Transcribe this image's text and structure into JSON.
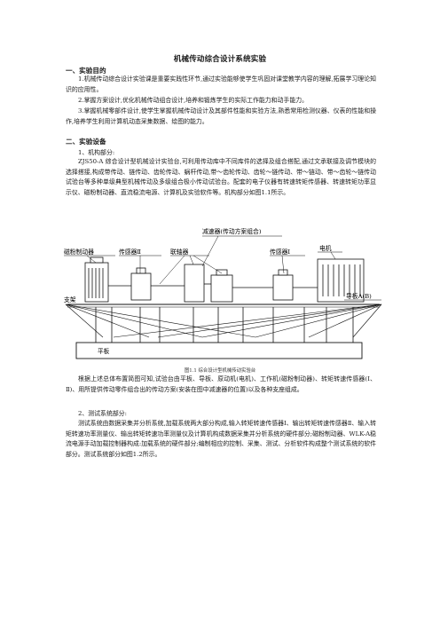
{
  "title": "机械传动综合设计系统实验",
  "sections": [
    {
      "heading": "一、实验目的",
      "paragraphs": [
        "1.机械传动综合设计实验课是重要实践性环节,通过实验能够使学生巩固对课堂教学内容的理解,拓展学习理论知识的应用性。",
        "2.掌握方案设计,优化机械传动组合设计,培养和锻炼学生的实际工作能力和动手能力。",
        "3.掌握机械零部件设计,使学生掌握机械传动设计及其部件性能和实验方法,熟悉常用检测仪器、仪表的性能和操作,培养学生利用计算机动态采集数据、绘图的能力。"
      ]
    },
    {
      "heading": "二、实验设备",
      "sub1": "1、机构部分:",
      "para1": "ZJS50-A 综合设计型机械设计实验台,可利用传动库中不同库件的选择及组合搭配,通过文承联接及调节模块的选择搭接,构成带传动、链传动、齿轮传动、蜗杆传动,带～齿轮传动、齿轮～链传动、带～链动、带～齿轮～链传动试验台等多种单级典型机械传动及多级组合极小传动试验台。配套的电子仪器有转速转矩传感器、转速转矩功率显示仪、磁粉制动器、直流稳流电源、计算机及实验软件等。机构部分如图1.1所示。",
      "para2": "根据上述总体布置简图可知,试验台由平板、导板、原动机(电机)、工作机(磁粉制动器)、转矩转速传感器(Ⅰ、Ⅱ)、用所提供传动零件组合出的传动方案(安装在图中减速器的位置)以及各种支座组成。",
      "sub2": "2、测试系统部分:",
      "para3": "测试系统由数据采集并分析系统,加载系统两大部分构成,输入转矩转速传感器Ⅰ、输出转矩转速传感器Ⅱ、输入转矩转速功率测量仪、输出转矩转速功率测量仪及计算机构成数据采集并分析系统的硬件部分;磁粉制动器、WLK-A稳流电源手动加载控制器构成:加载系统的硬件部分;编制相应的控制、采集、测试、分析软件构成整个测试系统的软件部分。测试系统部分如图1.2所示。"
    }
  ],
  "figure": {
    "labels": {
      "reducer": "减速器(传动方案组合)",
      "brake": "磁粉制动器",
      "sensor2": "传感器Ⅱ",
      "coupling": "联轴器",
      "sensor1": "传感器Ⅰ",
      "motor": "电机",
      "support": "支架",
      "guide": "导板A(B)",
      "plate": "平板"
    },
    "caption": "图1.1  综合设计型机械传动实验台"
  }
}
